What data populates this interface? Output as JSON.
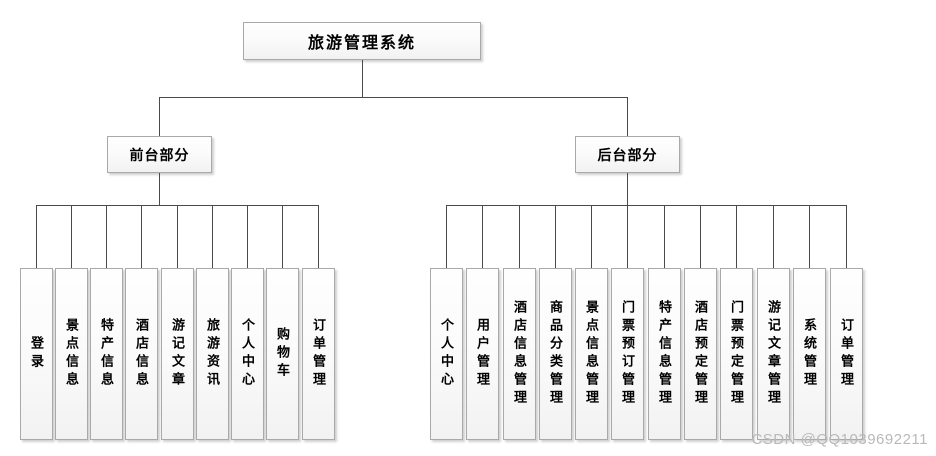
{
  "diagram": {
    "type": "organizational-tree",
    "title": "旅游管理系统",
    "root": {
      "label": "旅游管理系统"
    },
    "branches": [
      {
        "id": "frontend",
        "label": "前台部分",
        "leaves": [
          {
            "label": "登录"
          },
          {
            "label": "景点信息"
          },
          {
            "label": "特产信息"
          },
          {
            "label": "酒店信息"
          },
          {
            "label": "游记文章"
          },
          {
            "label": "旅游资讯"
          },
          {
            "label": "个人中心"
          },
          {
            "label": "购物车"
          },
          {
            "label": "订单管理"
          }
        ]
      },
      {
        "id": "backend",
        "label": "后台部分",
        "leaves": [
          {
            "label": "个人中心"
          },
          {
            "label": "用户管理"
          },
          {
            "label": "酒店信息管理"
          },
          {
            "label": "商品分类管理"
          },
          {
            "label": "景点信息管理"
          },
          {
            "label": "门票预订管理"
          },
          {
            "label": "特产信息管理"
          },
          {
            "label": "酒店预定管理"
          },
          {
            "label": "门票预定管理"
          },
          {
            "label": "游记文章管理"
          },
          {
            "label": "系统管理"
          },
          {
            "label": "订单管理"
          }
        ]
      }
    ],
    "colors": {
      "node_border": "#a9a9a9",
      "node_fill_top": "#fefefe",
      "node_fill_bottom": "#f2f2f2",
      "connector": "#4a4a4a",
      "text": "#000000",
      "watermark": "#b9b9b9",
      "background": "#ffffff"
    }
  },
  "watermark": {
    "text": "CSDN @QQ1039692211"
  }
}
